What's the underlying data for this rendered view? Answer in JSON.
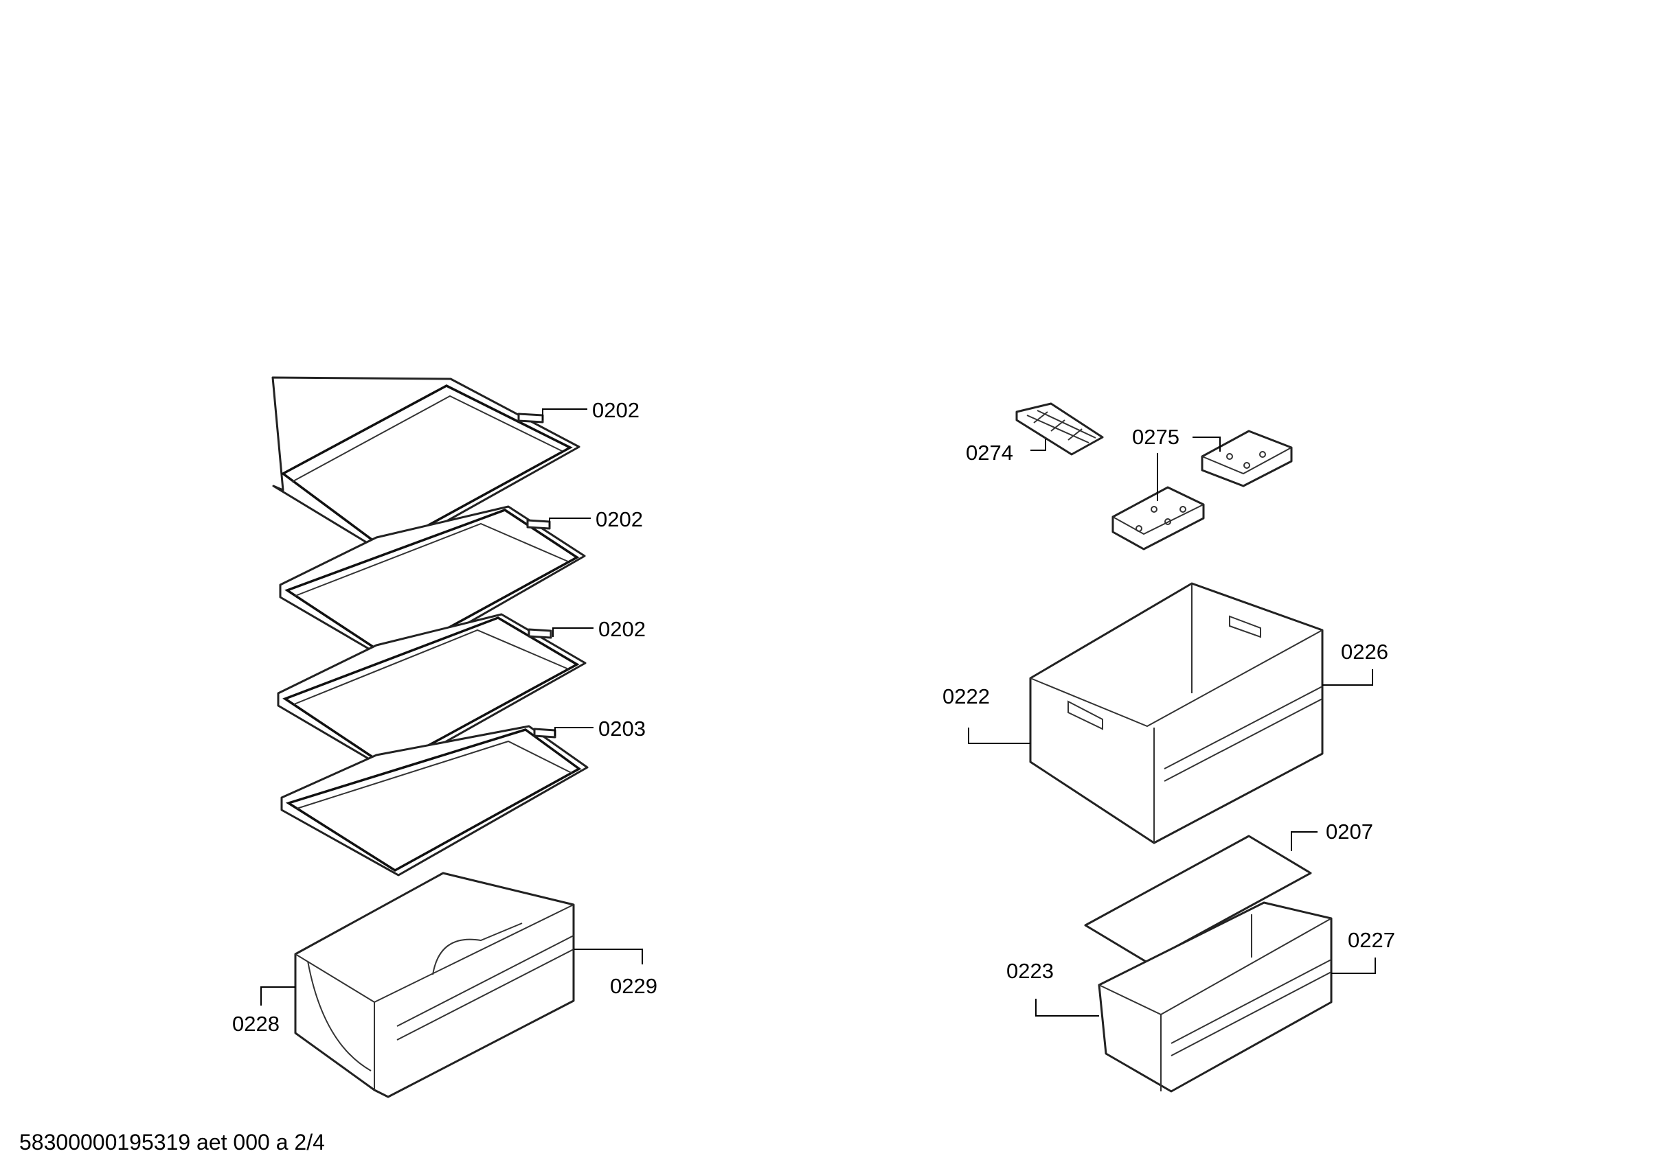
{
  "callouts": [
    "0202",
    "0202",
    "0202",
    "0203",
    "0229",
    "0228",
    "0274",
    "0275",
    "0226",
    "0222",
    "0207",
    "0227",
    "0223"
  ],
  "footer": {
    "text": "58300000195319 aet 000 a 2/4"
  }
}
